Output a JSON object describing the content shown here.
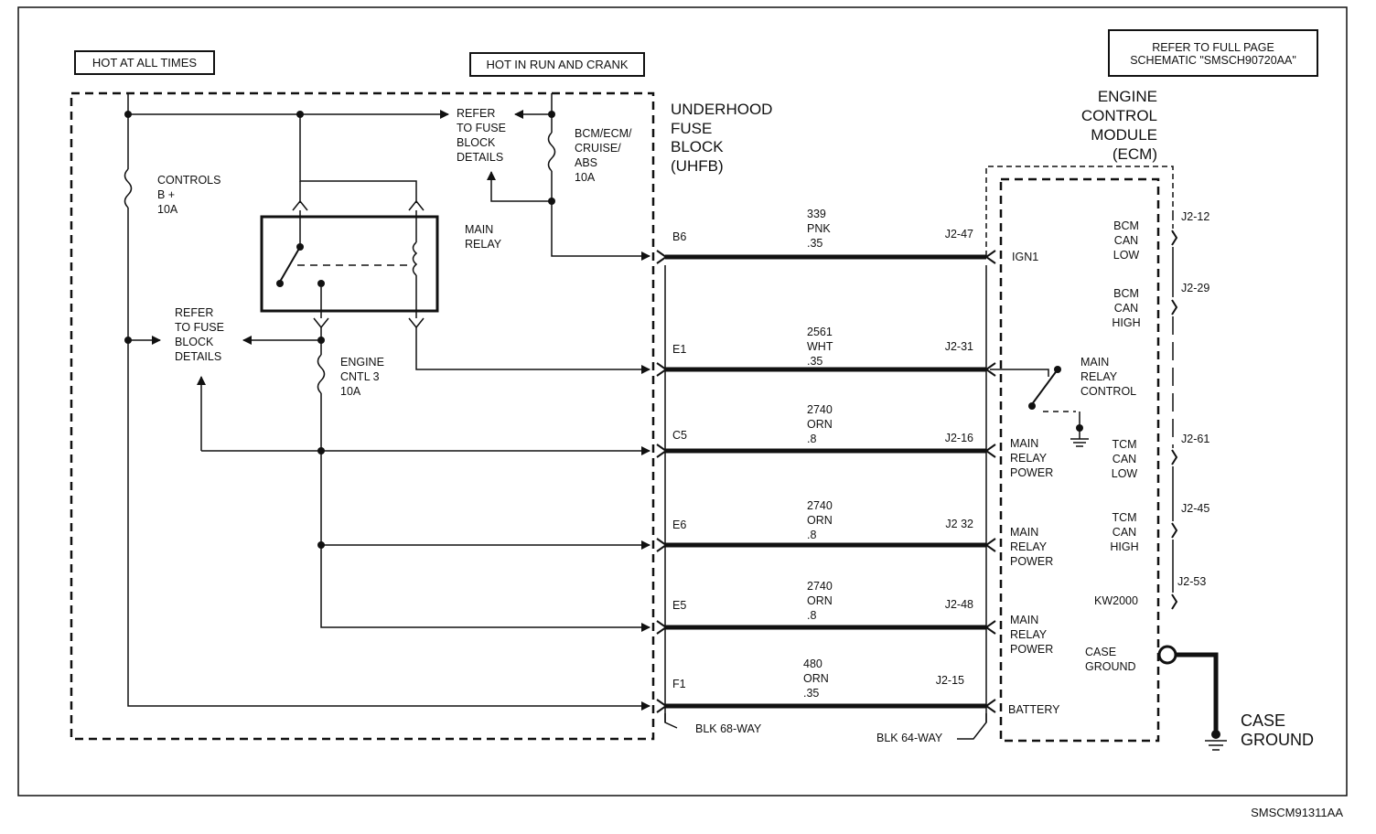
{
  "labels": {
    "hot_at_all_times": "HOT AT ALL TIMES",
    "hot_in_run": "HOT IN RUN AND CRANK",
    "refer_full_page": [
      "REFER TO FULL PAGE",
      "SCHEMATIC \"SMSCH90720AA\""
    ],
    "uhfb": [
      "UNDERHOOD",
      "FUSE",
      "BLOCK",
      "(UHFB)"
    ],
    "ecm": [
      "ENGINE",
      "CONTROL",
      "MODULE",
      "(ECM)"
    ],
    "refer_fuse_top": [
      "REFER",
      "TO FUSE",
      "BLOCK",
      "DETAILS"
    ],
    "refer_fuse_left": [
      "REFER",
      "TO FUSE",
      "BLOCK",
      "DETAILS"
    ],
    "fuse_bcm": [
      "BCM/ECM/",
      "CRUISE/",
      "ABS",
      "10A"
    ],
    "fuse_controls": [
      "CONTROLS",
      "B +",
      "10A"
    ],
    "fuse_engine": [
      "ENGINE",
      "CNTL 3",
      "10A"
    ],
    "main_relay": [
      "MAIN",
      "RELAY"
    ],
    "main_relay_control": [
      "MAIN",
      "RELAY",
      "CONTROL"
    ],
    "blk68": "BLK 68-WAY",
    "blk64": "BLK 64-WAY",
    "case_ground_ecm": [
      "CASE",
      "GROUND"
    ],
    "case_ground_ext": [
      "CASE",
      "GROUND"
    ],
    "figure_id": "SMSCM91311AA"
  },
  "wires": [
    {
      "left": "B6",
      "circuit": [
        "339",
        "PNK",
        ".35"
      ],
      "right": "J2-47",
      "ecm_pin": [
        "IGN1"
      ]
    },
    {
      "left": "E1",
      "circuit": [
        "2561",
        "WHT",
        ".35"
      ],
      "right": "J2-31",
      "ecm_pin": []
    },
    {
      "left": "C5",
      "circuit": [
        "2740",
        "ORN",
        ".8"
      ],
      "right": "J2-16",
      "ecm_pin": [
        "MAIN",
        "RELAY",
        "POWER"
      ]
    },
    {
      "left": "E6",
      "circuit": [
        "2740",
        "ORN",
        ".8"
      ],
      "right": "J2 32",
      "ecm_pin": [
        "MAIN",
        "RELAY",
        "POWER"
      ]
    },
    {
      "left": "E5",
      "circuit": [
        "2740",
        "ORN",
        ".8"
      ],
      "right": "J2-48",
      "ecm_pin": [
        "MAIN",
        "RELAY",
        "POWER"
      ]
    },
    {
      "left": "F1",
      "circuit": [
        "480",
        "ORN",
        ".35"
      ],
      "right": "J2-15",
      "ecm_pin": [
        "BATTERY"
      ]
    }
  ],
  "ecm_right_pins": [
    {
      "name": [
        "BCM",
        "CAN",
        "LOW"
      ],
      "pin": "J2-12"
    },
    {
      "name": [
        "BCM",
        "CAN",
        "HIGH"
      ],
      "pin": "J2-29"
    },
    {
      "name": [
        "TCM",
        "CAN",
        "LOW"
      ],
      "pin": "J2-61"
    },
    {
      "name": [
        "TCM",
        "CAN",
        "HIGH"
      ],
      "pin": "J2-45"
    },
    {
      "name": [
        "KW2000"
      ],
      "pin": "J2-53"
    }
  ]
}
